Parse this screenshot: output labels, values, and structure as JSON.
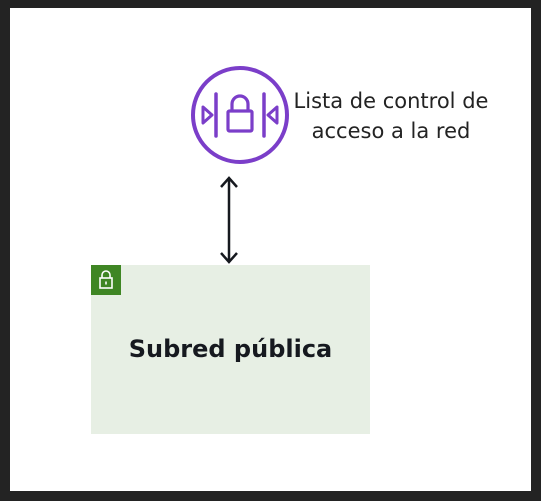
{
  "nacl": {
    "icon": "network-access-control-list-icon",
    "label_line1": "Lista de control de",
    "label_line2": "acceso a la red",
    "color": "#7b3ec9"
  },
  "connector": {
    "icon": "double-headed-arrow",
    "direction": "bidirectional"
  },
  "subnet": {
    "title": "Subred pública",
    "badge_icon": "lock-icon",
    "badge_color": "#3f8624",
    "fill_color": "#e7efe4"
  }
}
